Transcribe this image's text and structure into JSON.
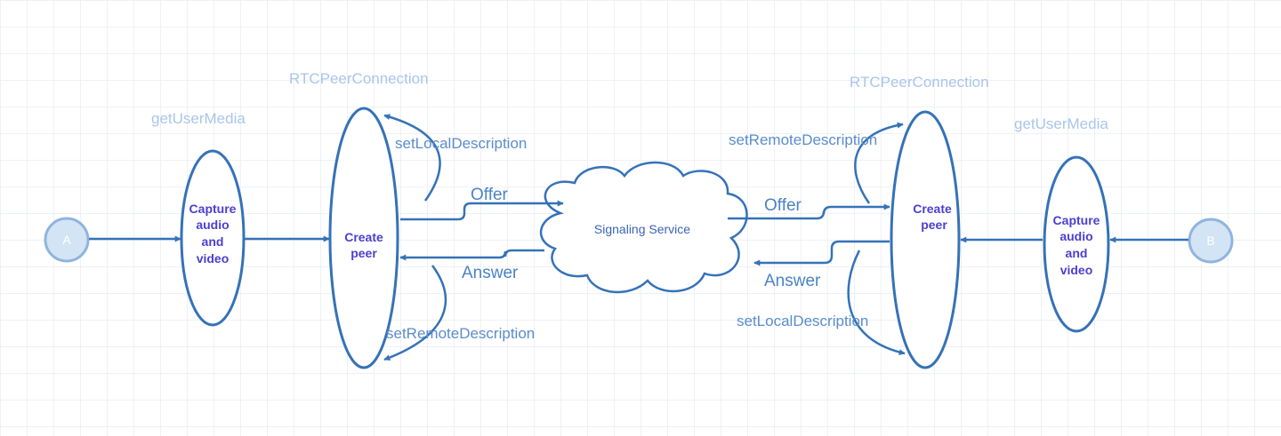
{
  "colors": {
    "stroke": "#3572b8",
    "node_text": "#4b3fd1",
    "terminal_fill": "#d3e4f5",
    "faint_label": "#a9c6ea",
    "edge_label": "#4a83c6"
  },
  "terminals": {
    "a": "A",
    "b": "B"
  },
  "left": {
    "media_label": "getUserMedia",
    "connection_label": "RTCPeerConnection",
    "capture_lines": [
      "Capture",
      "audio",
      "and",
      "video"
    ],
    "peer_lines": [
      "Create",
      "peer"
    ],
    "set_local": "setLocalDescription",
    "set_remote": "setRemoteDescription",
    "offer": "Offer",
    "answer": "Answer"
  },
  "signaling": {
    "label": "Signaling Service"
  },
  "right": {
    "media_label": "getUserMedia",
    "connection_label": "RTCPeerConnection",
    "capture_lines": [
      "Capture",
      "audio",
      "and",
      "video"
    ],
    "peer_lines": [
      "Create",
      "peer"
    ],
    "set_remote": "setRemoteDescription",
    "set_local": "setLocalDescription",
    "offer": "Offer",
    "answer": "Answer"
  }
}
